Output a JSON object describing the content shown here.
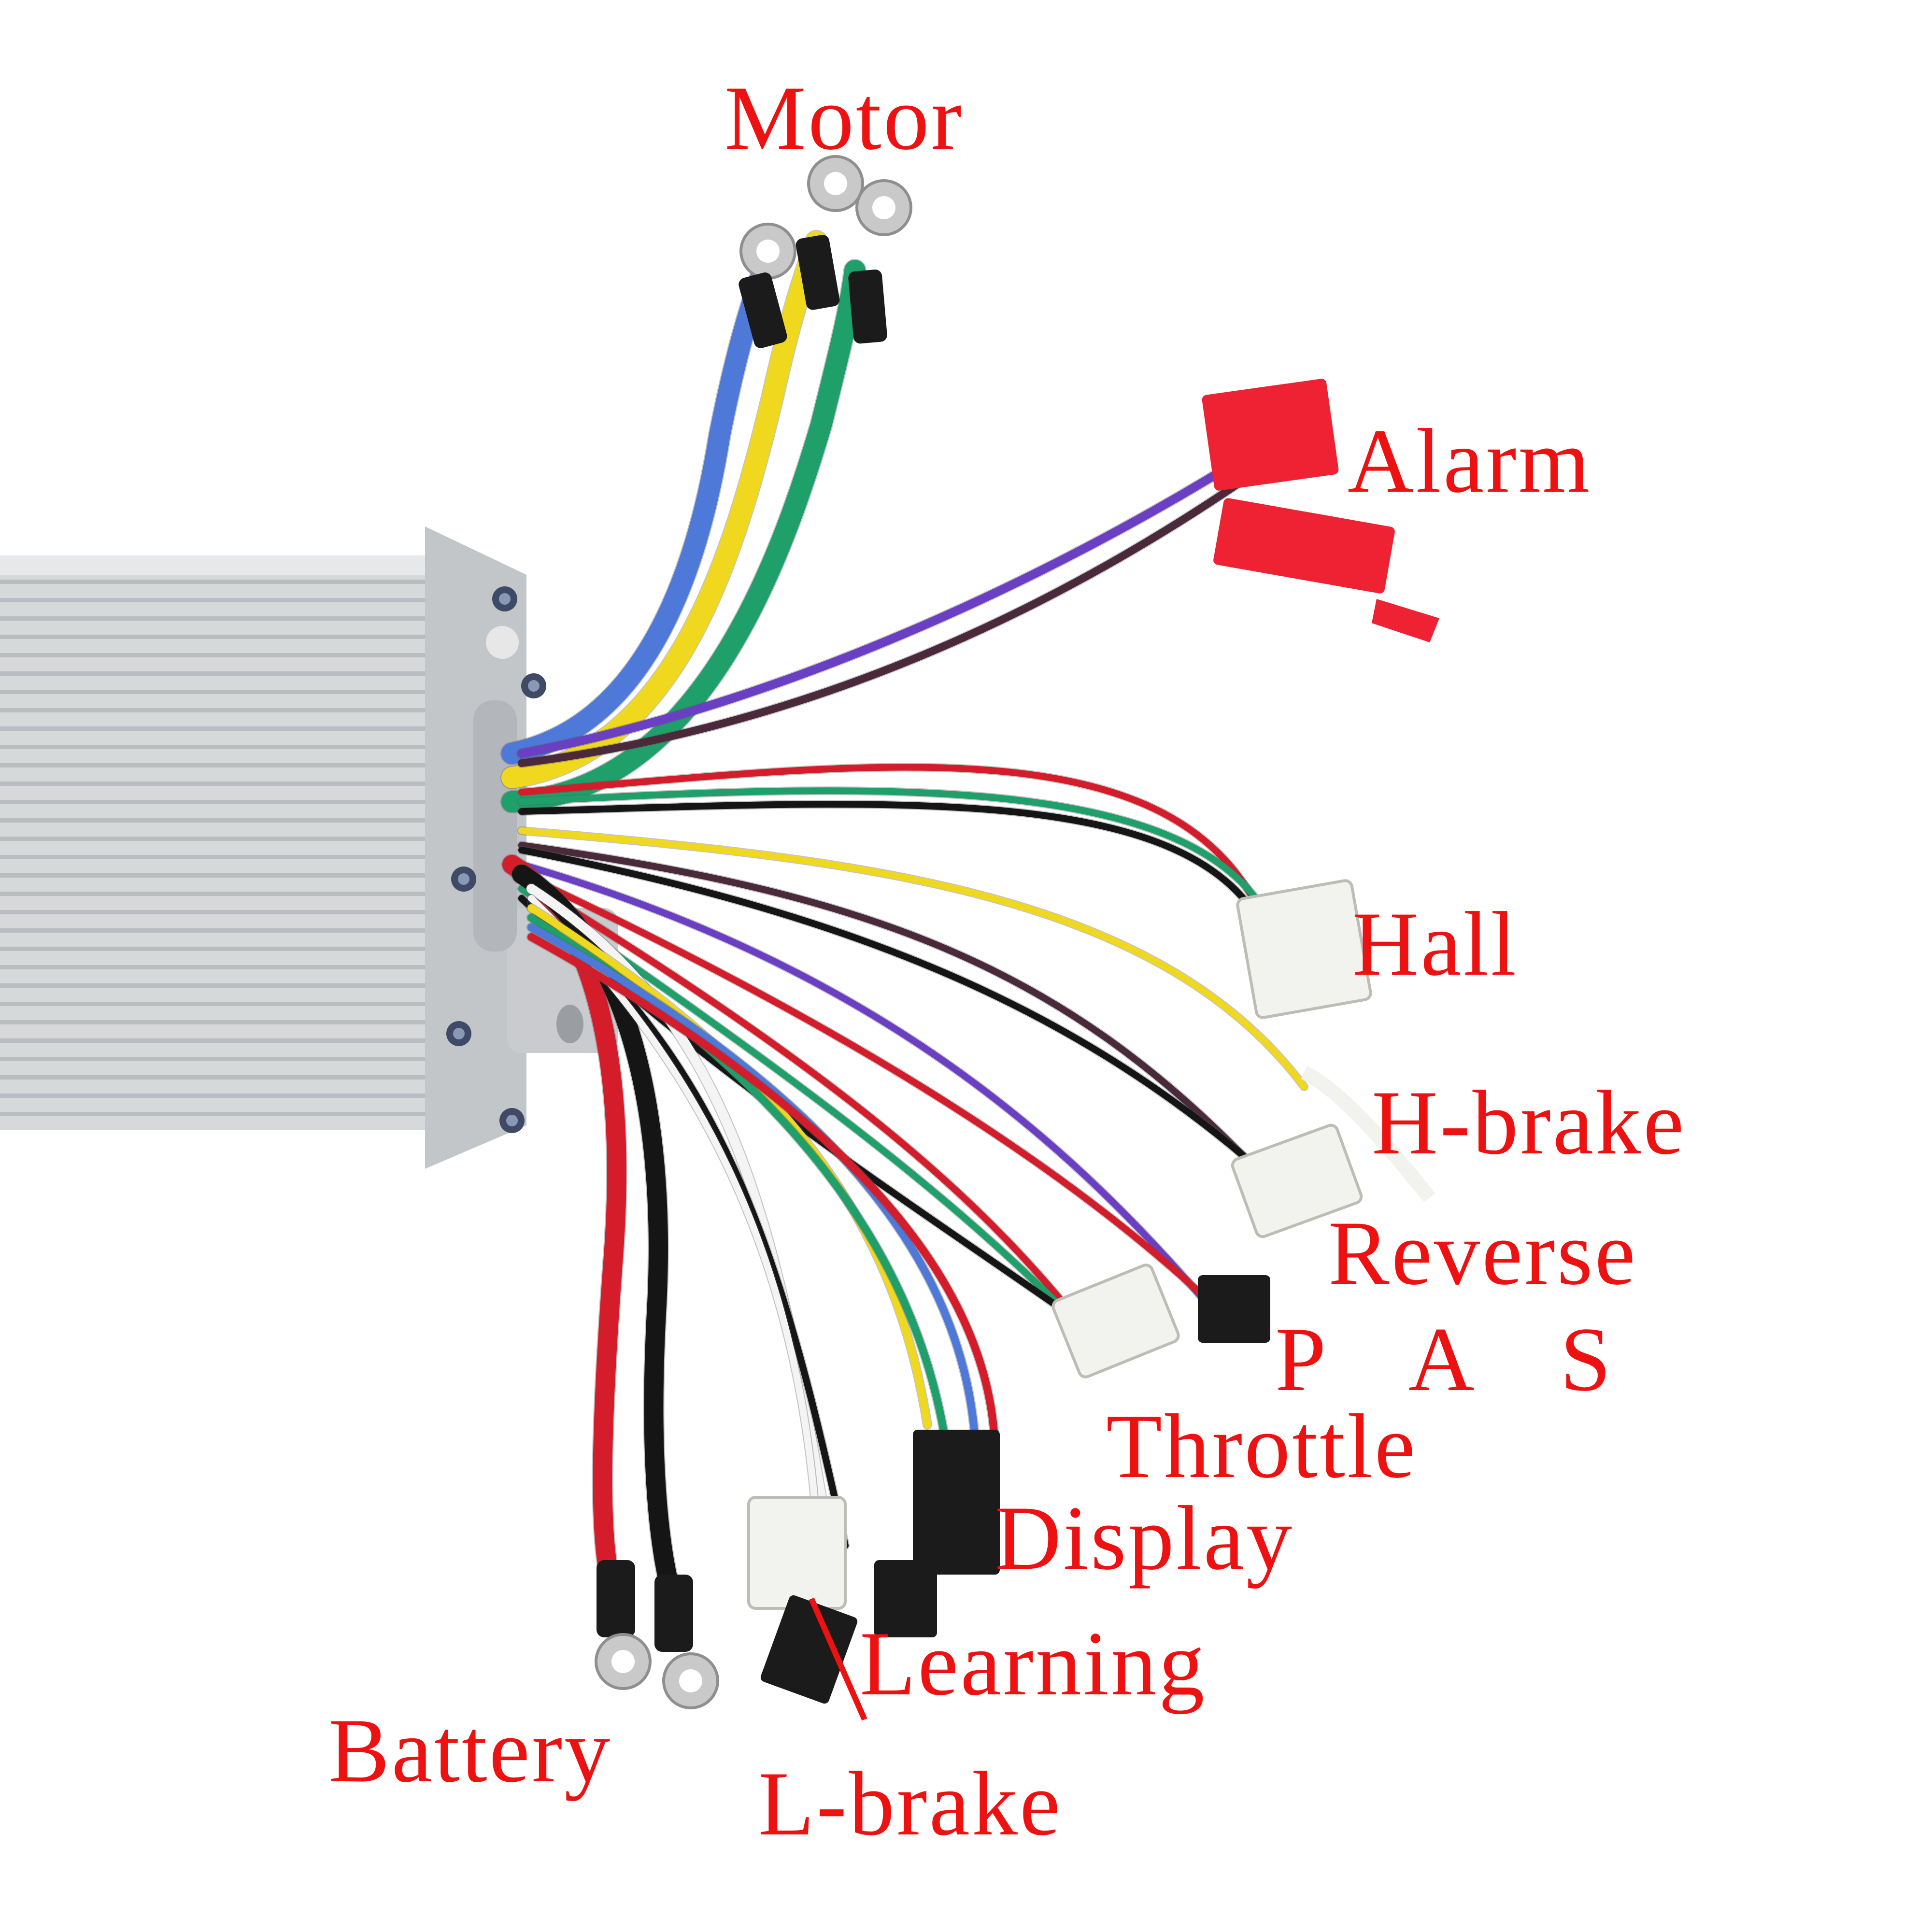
{
  "colors": {
    "label": "#ee1111",
    "housing": "#d6d8da",
    "fin_dark": "#b9bcc0",
    "connector_white": "#f2f2ee",
    "connector_black": "#1b1b1b",
    "connector_red": "#ee2233",
    "terminal": "#c9c9c9",
    "wire_red": "#d51c2a",
    "wire_black": "#151515",
    "wire_blue": "#4f79d8",
    "wire_yellow": "#f0d81e",
    "wire_green": "#1fa06a",
    "wire_purple": "#6b3fc4",
    "wire_brown": "#4a2a3a",
    "wire_white": "#f4f4f4"
  },
  "labels": {
    "motor": "Motor",
    "alarm": "Alarm",
    "hall": "Hall",
    "h_brake": "H-brake",
    "reverse": "Reverse",
    "pas": "P A S",
    "throttle": "Throttle",
    "display": "Display",
    "learning": "Learning",
    "battery": "Battery",
    "l_brake": "L-brake"
  }
}
